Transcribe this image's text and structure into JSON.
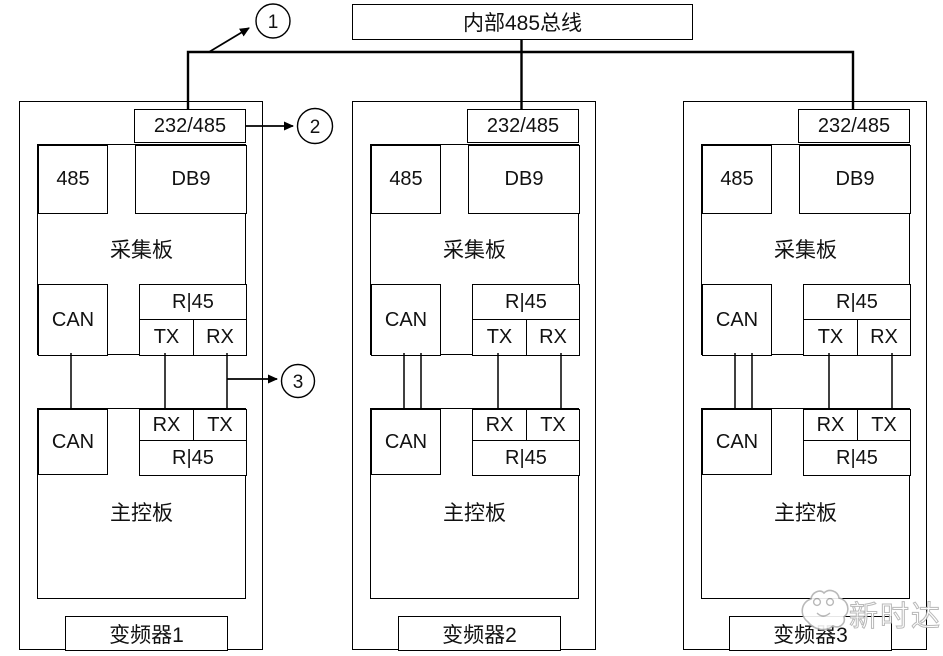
{
  "bus": {
    "label": "内部485总线"
  },
  "annotations": [
    {
      "label": "1"
    },
    {
      "label": "2"
    },
    {
      "label": "3"
    }
  ],
  "units": [
    {
      "label": "变频器1",
      "gateway": "232/485",
      "collector": {
        "title": "采集板",
        "port_485": "485",
        "port_db9": "DB9",
        "port_can": "CAN",
        "port_rj45": "R|45",
        "tx": "TX",
        "rx": "RX"
      },
      "mainboard": {
        "title": "主控板",
        "port_can": "CAN",
        "port_rj45": "R|45",
        "rx": "RX",
        "tx": "TX"
      }
    },
    {
      "label": "变频器2",
      "gateway": "232/485",
      "collector": {
        "title": "采集板",
        "port_485": "485",
        "port_db9": "DB9",
        "port_can": "CAN",
        "port_rj45": "R|45",
        "tx": "TX",
        "rx": "RX"
      },
      "mainboard": {
        "title": "主控板",
        "port_can": "CAN",
        "port_rj45": "R|45",
        "rx": "RX",
        "tx": "TX"
      }
    },
    {
      "label": "变频器3",
      "gateway": "232/485",
      "collector": {
        "title": "采集板",
        "port_485": "485",
        "port_db9": "DB9",
        "port_can": "CAN",
        "port_rj45": "R|45",
        "tx": "TX",
        "rx": "RX"
      },
      "mainboard": {
        "title": "主控板",
        "port_can": "CAN",
        "port_rj45": "R|45",
        "rx": "RX",
        "tx": "TX"
      }
    }
  ],
  "watermark": {
    "brand": "新时达"
  },
  "colors": {
    "line": "#000000",
    "watermark": "#b2b2b2",
    "background": "#ffffff"
  }
}
